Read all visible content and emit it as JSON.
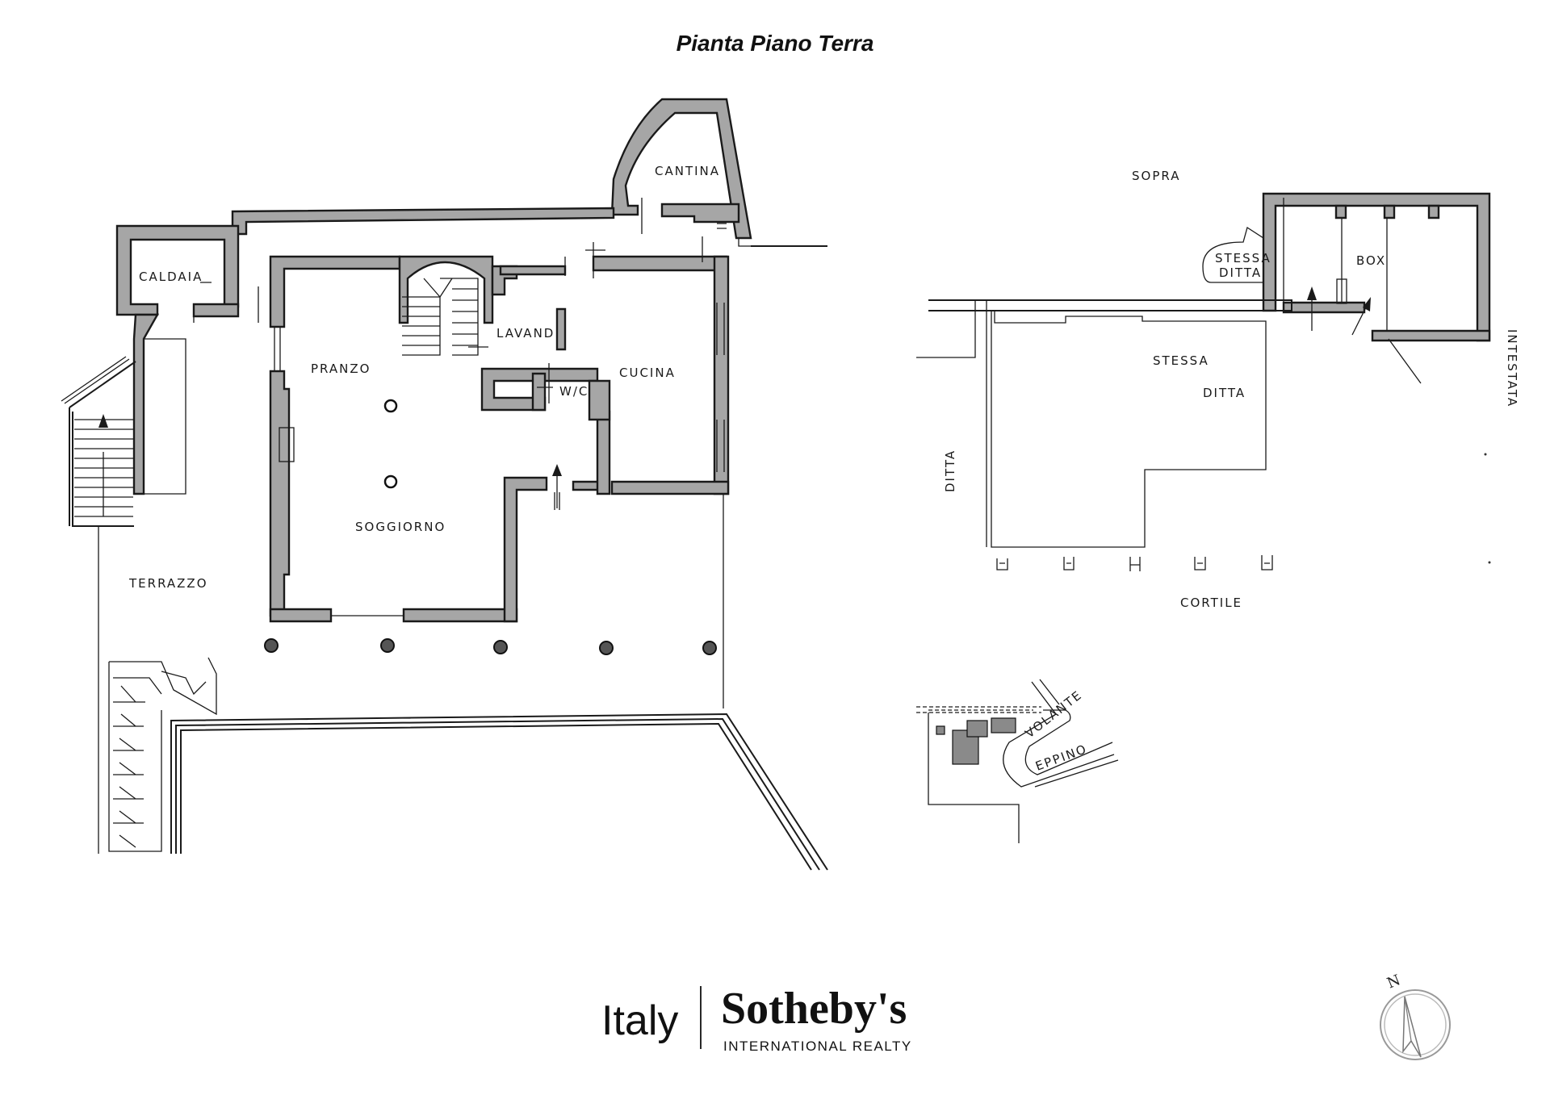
{
  "title": "Pianta Piano Terra",
  "rooms": {
    "cantina": "CANTINA",
    "caldaia": "CALDAIA",
    "pranzo": "PRANZO",
    "lavand": "LAVAND.",
    "cucina": "CUCINA",
    "wc": "W/C",
    "soggiorno": "SOGGIORNO",
    "terrazzo": "TERRAZZO"
  },
  "site": {
    "sopra": "SOPRA",
    "stessa_ditta_small_1": "STESSA",
    "stessa_ditta_small_2": "DITTA",
    "box": "BOX",
    "stessa": "STESSA",
    "ditta_center": "DITTA",
    "ditta_left": "DITTA",
    "intestata": "INTESTATA",
    "cortile": "CORTILE"
  },
  "location_map": {
    "street_1": "VOLANTE",
    "street_2": "EPPINO"
  },
  "compass": {
    "north_label": "N"
  },
  "brand": {
    "region": "Italy",
    "name": "Sotheby's",
    "subtitle": "INTERNATIONAL REALTY"
  }
}
